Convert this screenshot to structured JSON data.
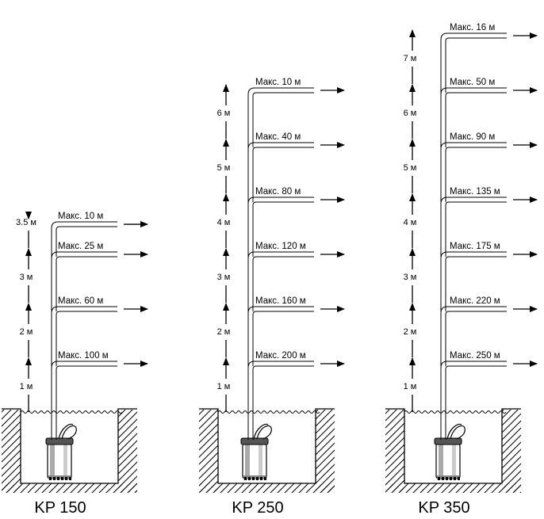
{
  "pumps": [
    {
      "name": "KP 150",
      "levels": [
        {
          "height": "1 м",
          "max": "Макс. 100 м"
        },
        {
          "height": "2 м",
          "max": "Макс. 60 м"
        },
        {
          "height": "3 м",
          "max": "Макс. 25 м"
        },
        {
          "height": "3.5 м",
          "max": "Макс. 10 м"
        }
      ]
    },
    {
      "name": "KP 250",
      "levels": [
        {
          "height": "1 м",
          "max": "Макс. 200 м"
        },
        {
          "height": "2 м",
          "max": "Макс. 160 м"
        },
        {
          "height": "3 м",
          "max": "Макс. 120 м"
        },
        {
          "height": "4 м",
          "max": "Макс. 80 м"
        },
        {
          "height": "5 м",
          "max": "Макс. 40 м"
        },
        {
          "height": "6 м",
          "max": "Макс. 10 м"
        }
      ]
    },
    {
      "name": "KP 350",
      "levels": [
        {
          "height": "1 м",
          "max": "Макс. 250 м"
        },
        {
          "height": "2 м",
          "max": "Макс. 220 м"
        },
        {
          "height": "3 м",
          "max": "Макс. 175 м"
        },
        {
          "height": "4 м",
          "max": "Макс. 135 м"
        },
        {
          "height": "5 м",
          "max": "Макс. 90 м"
        },
        {
          "height": "6 м",
          "max": "Макс. 50 м"
        },
        {
          "height": "7 м",
          "max": "Макс. 16 м"
        }
      ]
    }
  ]
}
